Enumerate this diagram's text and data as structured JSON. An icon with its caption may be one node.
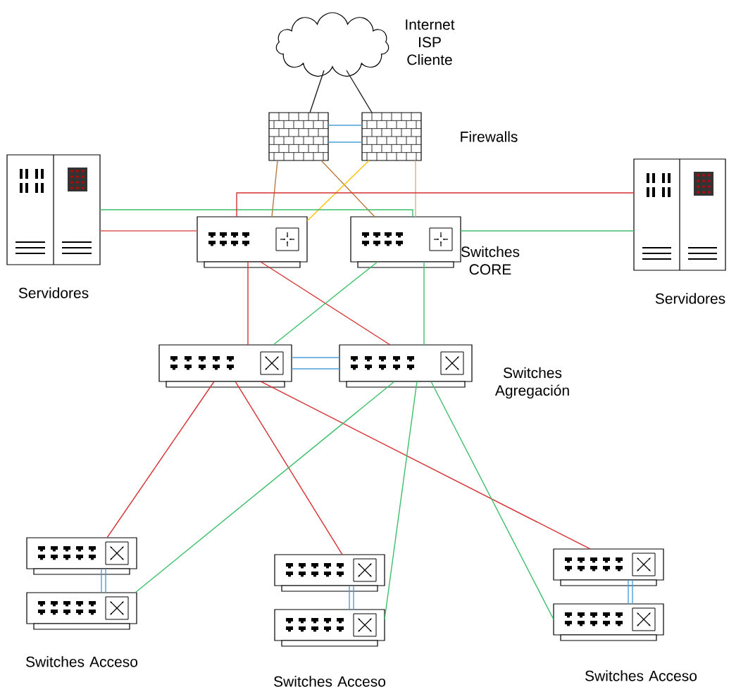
{
  "diagram": {
    "nodes": [
      {
        "text": [],
        "shape": "cloud",
        "beside": [
          "Internet ISP Cliente"
        ]
      },
      {
        "text": [],
        "shape": "firewall"
      },
      {
        "text": [],
        "shape": "firewall"
      },
      {
        "text": [],
        "shape": "server",
        "beside": [
          "Servidores"
        ]
      },
      {
        "text": [],
        "shape": "router"
      },
      {
        "text": [],
        "shape": "router"
      },
      {
        "text": [],
        "shape": "server",
        "beside": [
          "Servidores"
        ]
      },
      {
        "text": [],
        "shape": "switch"
      },
      {
        "text": [],
        "shape": "switch"
      },
      {
        "text": [],
        "shape": "switch"
      },
      {
        "text": [],
        "shape": "switch"
      },
      {
        "text": [],
        "shape": "switch"
      },
      {
        "text": [],
        "shape": "switch"
      },
      {
        "text": [],
        "shape": "switch"
      },
      {
        "text": [],
        "shape": "switch"
      }
    ],
    "edges": [
      {
        "from": 0,
        "to": 1,
        "arrow": "none",
        "color": "#222222"
      },
      {
        "from": 0,
        "to": 2,
        "arrow": "none",
        "color": "#222222"
      },
      {
        "from": 1,
        "to": 2,
        "arrow": "none",
        "color": "#4a9fd8"
      },
      {
        "from": 1,
        "to": 2,
        "arrow": "none",
        "color": "#4a9fd8"
      },
      {
        "from": 1,
        "to": 4,
        "arrow": "none",
        "color": "#b87a40"
      },
      {
        "from": 1,
        "to": 5,
        "arrow": "none",
        "color": "#b87a40"
      },
      {
        "from": 2,
        "to": 4,
        "arrow": "none",
        "color": "#ffc000"
      },
      {
        "from": 2,
        "to": 5,
        "arrow": "none",
        "color": "#e8aa78"
      },
      {
        "from": 3,
        "to": 4,
        "arrow": "none",
        "color": "#e05a5a"
      },
      {
        "from": 3,
        "to": 5,
        "arrow": "none",
        "color": "#3cbf6a"
      },
      {
        "from": 6,
        "to": 4,
        "arrow": "none",
        "color": "#d63030"
      },
      {
        "from": 6,
        "to": 5,
        "arrow": "none",
        "color": "#3cbf6a"
      },
      {
        "from": 4,
        "to": 7,
        "arrow": "none",
        "color": "#d63030"
      },
      {
        "from": 4,
        "to": 8,
        "arrow": "none",
        "color": "#d63030"
      },
      {
        "from": 5,
        "to": 7,
        "arrow": "none",
        "color": "#3cbf6a"
      },
      {
        "from": 5,
        "to": 8,
        "arrow": "none",
        "color": "#3cbf6a"
      },
      {
        "from": 7,
        "to": 8,
        "arrow": "none",
        "color": "#4a9fd8"
      },
      {
        "from": 7,
        "to": 8,
        "arrow": "none",
        "color": "#4a9fd8"
      },
      {
        "from": 7,
        "to": 9,
        "arrow": "none",
        "color": "#d63030"
      },
      {
        "from": 7,
        "to": 11,
        "arrow": "none",
        "color": "#d63030"
      },
      {
        "from": 7,
        "to": 13,
        "arrow": "none",
        "color": "#d63030"
      },
      {
        "from": 8,
        "to": 10,
        "arrow": "none",
        "color": "#3cbf6a"
      },
      {
        "from": 8,
        "to": 12,
        "arrow": "none",
        "color": "#3cbf6a"
      },
      {
        "from": 8,
        "to": 14,
        "arrow": "none",
        "color": "#3cbf6a"
      },
      {
        "from": 9,
        "to": 10,
        "arrow": "none",
        "color": "#4a9fd8"
      },
      {
        "from": 9,
        "to": 10,
        "arrow": "none",
        "color": "#4a9fd8"
      },
      {
        "from": 11,
        "to": 12,
        "arrow": "none",
        "color": "#4a9fd8"
      },
      {
        "from": 11,
        "to": 12,
        "arrow": "none",
        "color": "#4a9fd8"
      },
      {
        "from": 13,
        "to": 14,
        "arrow": "none",
        "color": "#4a9fd8"
      },
      {
        "from": 13,
        "to": 14,
        "arrow": "none",
        "color": "#4a9fd8"
      }
    ],
    "labels": [
      "Firewalls",
      "Switches CORE",
      "Switches Agregación",
      "Switches Acceso",
      "Switches Acceso",
      "Switches Acceso"
    ]
  }
}
